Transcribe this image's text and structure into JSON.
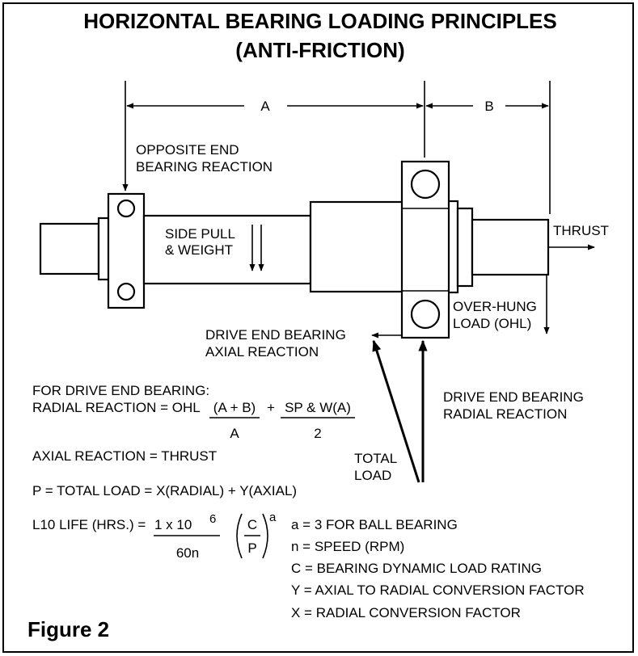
{
  "title": {
    "line1": "HORIZONTAL BEARING LOADING PRINCIPLES",
    "line2": "(ANTI-FRICTION)"
  },
  "dimensions": {
    "a": "A",
    "b": "B"
  },
  "labels": {
    "opposite_end_1": "OPPOSITE END",
    "opposite_end_2": "BEARING REACTION",
    "side_pull_1": "SIDE PULL",
    "side_pull_2": "& WEIGHT",
    "thrust": "THRUST",
    "overhung_1": "OVER-HUNG",
    "overhung_2": "LOAD (OHL)",
    "axial_reaction_1": "DRIVE END BEARING",
    "axial_reaction_2": "AXIAL REACTION",
    "radial_reaction_1": "DRIVE END BEARING",
    "radial_reaction_2": "RADIAL REACTION",
    "total_load_1": "TOTAL",
    "total_load_2": "LOAD"
  },
  "formulas": {
    "heading": "FOR DRIVE END BEARING:",
    "radial_prefix": "RADIAL REACTION = OHL",
    "radial_frac1_num": "(A + B)",
    "radial_frac1_den": "A",
    "radial_plus": "+",
    "radial_frac2_num": "SP & W(A)",
    "radial_frac2_den": "2",
    "axial": "AXIAL REACTION = THRUST",
    "total": "P = TOTAL LOAD = X(RADIAL)  +  Y(AXIAL)",
    "life_prefix": "L10 LIFE (HRS.) =",
    "life_num": "1  x  10",
    "life_exp": "6",
    "life_den": "60n",
    "ratio_num": "C",
    "ratio_den": "P",
    "ratio_exp": "a"
  },
  "legend": [
    "a  =  3 FOR BALL BEARING",
    "n  =  SPEED (RPM)",
    "C  =  BEARING DYNAMIC LOAD RATING",
    "Y  =  AXIAL TO RADIAL CONVERSION FACTOR",
    "X  =  RADIAL CONVERSION FACTOR"
  ],
  "figure_label": "Figure 2"
}
